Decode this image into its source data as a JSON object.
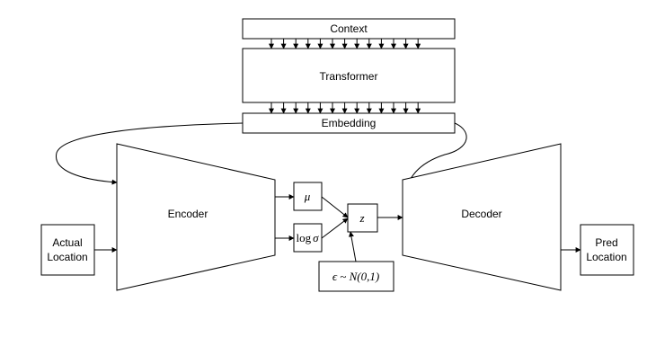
{
  "labels": {
    "context": "Context",
    "transformer": "Transformer",
    "embedding": "Embedding",
    "encoder": "Encoder",
    "decoder": "Decoder",
    "actual_location_line1": "Actual",
    "actual_location_line2": "Location",
    "pred_location_line1": "Pred",
    "pred_location_line2": "Location",
    "mu": "μ",
    "log": "log",
    "sigma": "σ",
    "z": "z",
    "epsilon": "ϵ ~ N(0,1)"
  },
  "colors": {
    "stroke": "#000000",
    "fill": "#ffffff"
  }
}
